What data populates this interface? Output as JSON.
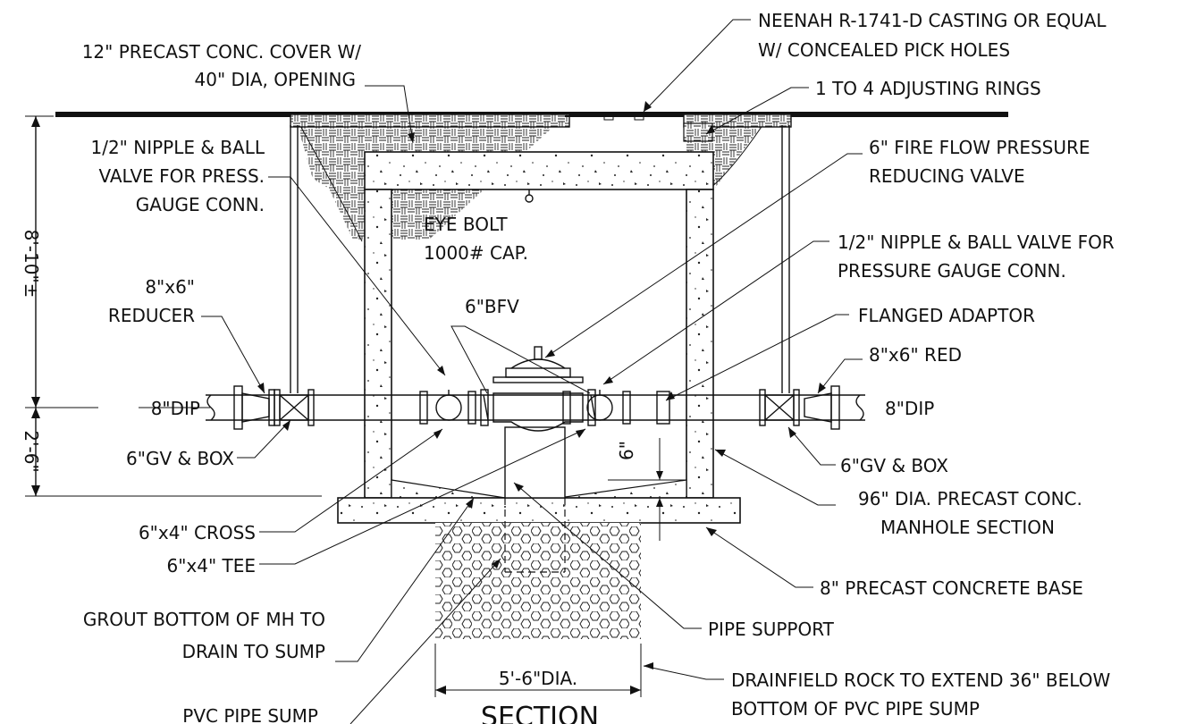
{
  "labels": {
    "casting_1": "NEENAH R-1741-D CASTING OR EQUAL",
    "casting_2": "W/ CONCEALED PICK HOLES",
    "cover_1": "12\" PRECAST CONC. COVER W/",
    "cover_2": "40\" DIA, OPENING",
    "rings": "1 TO 4 ADJUSTING RINGS",
    "nipple_left_1": "1/2\" NIPPLE & BALL",
    "nipple_left_2": "VALVE FOR PRESS.",
    "nipple_left_3": "GAUGE CONN.",
    "prv_1": "6\" FIRE FLOW PRESSURE",
    "prv_2": "REDUCING VALVE",
    "eyebolt_1": "EYE BOLT",
    "eyebolt_2": "1000# CAP.",
    "nipple_right_1": "1/2\" NIPPLE & BALL VALVE FOR",
    "nipple_right_2": "PRESSURE GAUGE CONN.",
    "dim_top": "8'-10\"±",
    "reducer_left_1": "8\"x6\"",
    "reducer_left_2": "REDUCER",
    "bfv": "6\"BFV",
    "flanged_adaptor": "FLANGED ADAPTOR",
    "reducer_right": "8\"x6\" RED",
    "dip_left": "8\"DIP",
    "dip_right": "8\"DIP",
    "gv_left": "6\"GV & BOX",
    "gv_right": "6\"GV & BOX",
    "dim_bottom": "2'-6\"",
    "dim_six": "6\"",
    "manhole_1": "96\" DIA. PRECAST CONC.",
    "manhole_2": "MANHOLE SECTION",
    "cross": "6\"x4\" CROSS",
    "tee": "6\"x4\" TEE",
    "base": "8\" PRECAST CONCRETE BASE",
    "grout_1": "GROUT BOTTOM OF MH TO",
    "grout_2": "DRAIN TO SUMP",
    "pipe_support": "PIPE SUPPORT",
    "dim_sump": "5'-6\"DIA.",
    "drainfield_1": "DRAINFIELD ROCK TO EXTEND 36\" BELOW",
    "drainfield_2": "BOTTOM OF PVC PIPE SUMP",
    "pvc_sump": "PVC PIPE SUMP",
    "section_title": "SECTION"
  },
  "colors": {
    "line": "#111111",
    "background": "#ffffff"
  }
}
